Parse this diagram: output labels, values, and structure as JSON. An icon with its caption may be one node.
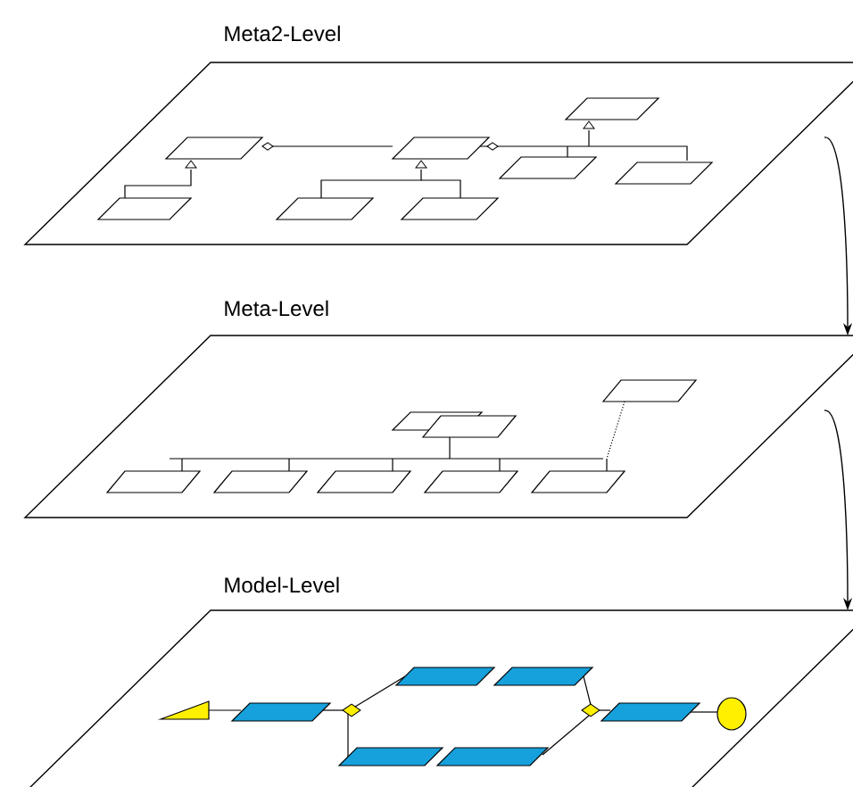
{
  "diagram": {
    "nodes": [
      {
        "text": [
          "Meta2-Level"
        ]
      },
      {
        "text": [
          "Meta-Level"
        ]
      },
      {
        "text": [
          "Model-Level"
        ]
      }
    ],
    "edges": [
      {
        "from": 0,
        "to": 1,
        "arrow": "to"
      },
      {
        "from": 1,
        "to": 2,
        "arrow": "to"
      }
    ]
  }
}
